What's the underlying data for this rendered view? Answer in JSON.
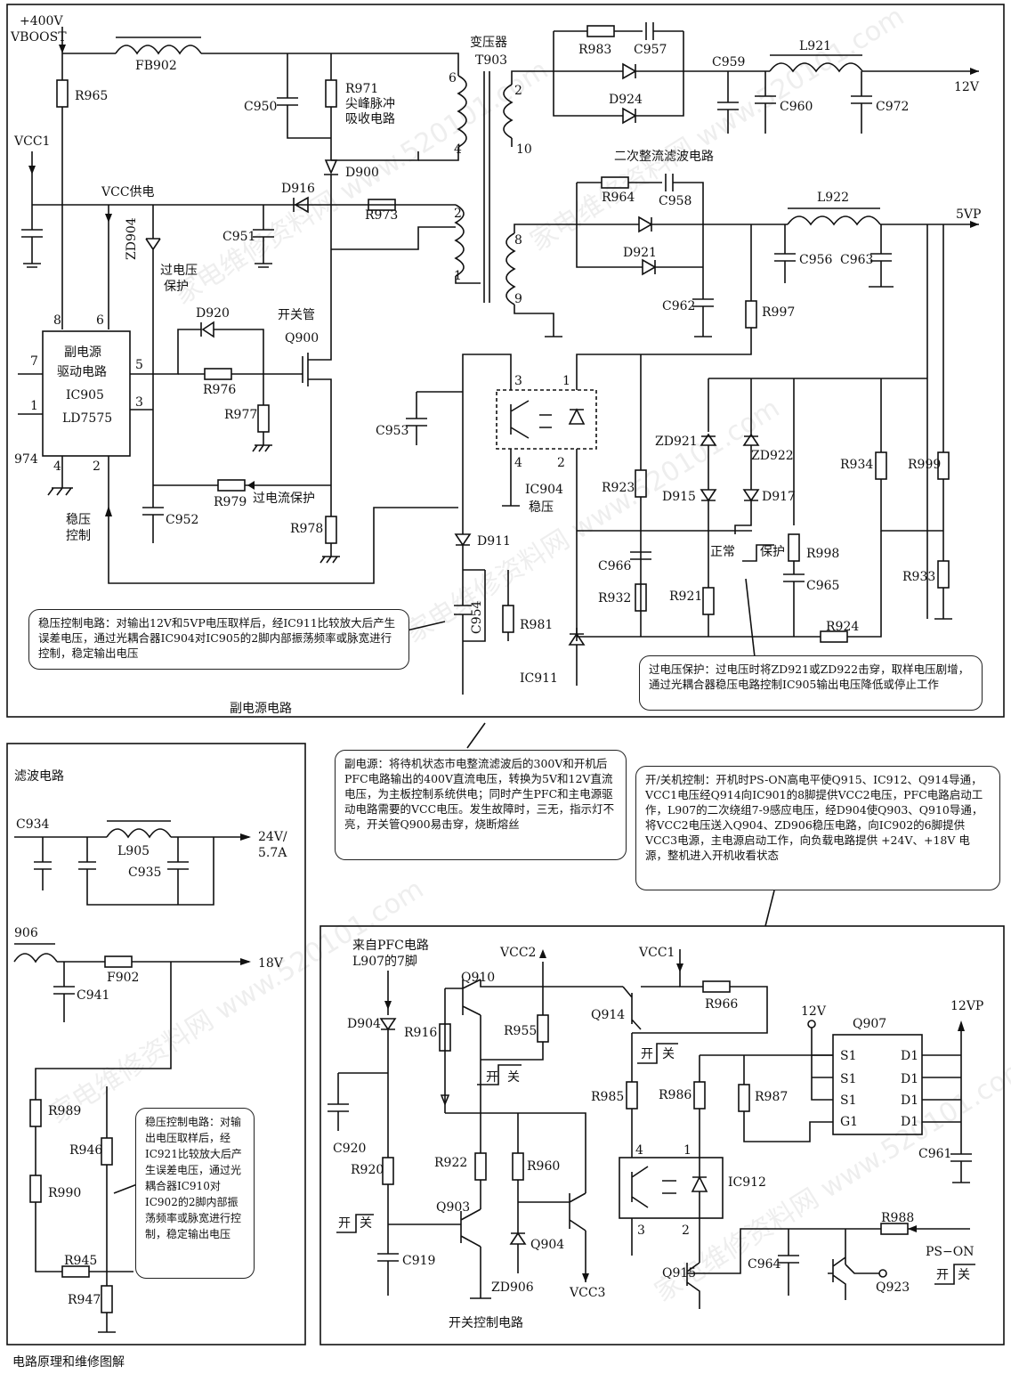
{
  "sub_power": {
    "title": "副电源电路",
    "vboost_top": "+400V",
    "vboost_bottom": "VBOOST",
    "fb": "FB902",
    "r965": "R965",
    "vcc1": "VCC1",
    "vcc_supply": "VCC供电",
    "c950": "C950",
    "r971": "R971",
    "spike_line1": "尖峰脉冲",
    "spike_line2": "吸收电路",
    "d900": "D900",
    "d916": "D916",
    "r973": "R973",
    "c951": "C951",
    "zd904": "ZD904",
    "ovp_line1": "过电压",
    "ovp_line2": "保护",
    "d920": "D920",
    "switch_tube": "开关管",
    "q900": "Q900",
    "ic_line1": "副电源",
    "ic_line2": "驱动电路",
    "ic_line3": "IC905",
    "ic_line4": "LD7575",
    "pin8": "8",
    "pin6": "6",
    "pin7": "7",
    "pin5": "5",
    "pin1": "1",
    "pin3": "3",
    "pin4": "4",
    "pin2": "2",
    "label_974": "974",
    "r976": "R976",
    "r977": "R977",
    "r979": "R979",
    "ocp": "过电流保护",
    "c952": "C952",
    "r978": "R978",
    "reg_line1": "稳压",
    "reg_line2": "控制",
    "transformer": "变压器",
    "t903": "T903",
    "w6": "6",
    "w4": "4",
    "w2": "2",
    "w1": "1",
    "s2": "2",
    "s10": "10",
    "s8": "8",
    "s9": "9",
    "r983": "R983",
    "c957": "C957",
    "d924": "D924",
    "c959": "C959",
    "l921": "L921",
    "out12": "12V",
    "c960": "C960",
    "c972": "C972",
    "sec_rect": "二次整流滤波电路",
    "r964": "R964",
    "c958": "C958",
    "l922": "L922",
    "out5": "5VP",
    "d921": "D921",
    "c956": "C956",
    "c963": "C963",
    "c962": "C962",
    "r997": "R997",
    "c953": "C953",
    "ic904_p3": "3",
    "ic904_p1": "1",
    "ic904_p4": "4",
    "ic904_p2": "2",
    "ic904": "IC904",
    "ic904_sub": "稳压",
    "r923": "R923",
    "zd921": "ZD921",
    "zd922": "ZD922",
    "d915": "D915",
    "d917": "D917",
    "r934": "R934",
    "r999": "R999",
    "d911": "D911",
    "c966": "C966",
    "normal": "正常",
    "protect": "保护",
    "r998": "R998",
    "c965": "C965",
    "r933": "R933",
    "r932": "R932",
    "r921": "R921",
    "c954": "C954",
    "r981": "R981",
    "r924": "R924",
    "ic911": "IC911"
  },
  "notes": {
    "reg_note": "稳压控制电路：对输出12V和5VP电压取样后，经IC911比较放大后产生误差电压，通过光耦合器IC904对IC905的2脚内部振荡频率或脉宽进行控制，稳定输出电压",
    "ovp_note": "过电压保护：过电压时将ZD921或ZD922击穿，取样电压剧增，通过光耦合器稳压电路控制IC905输出电压降低或停止工作",
    "sub_note": "副电源：将待机状态市电整流滤波后的300V和开机后PFC电路输出的400V直流电压，转换为5V和12V直流电压，为主板控制系统供电；同时产生PFC和主电源驱动电路需要的VCC电压。发生故障时，三无，指示灯不亮，开关管Q900易击穿，烧断熔丝",
    "onoff_note": "开/关机控制：开机时PS-ON高电平使Q915、IC912、Q914导通，VCC1电压经Q914向IC901的8脚提供VCC2电压，PFC电路启动工作，L907的二次绕组7-9感应电压，经D904使Q903、Q910导通，将VCC2电压送入Q904、ZD906稳压电路，向IC902的6脚提供VCC3电源，主电源启动工作，向负载电路提供 +24V、+18V 电源，整机进入开机收看状态",
    "reg2_note": "稳压控制电路：对输出电压取样后，经IC921比较放大后产生误差电压，通过光耦合器IC910对IC902的2脚内部振荡频率或脉宽进行控制，稳定输出电压"
  },
  "filter": {
    "title": "滤波电路",
    "c934": "C934",
    "l905": "L905",
    "c935": "C935",
    "out24_a": "24V/",
    "out24_b": "5.7A",
    "l906": "906",
    "f902": "F902",
    "out18": "18V",
    "c941": "C941",
    "r989": "R989",
    "r946": "R946",
    "r990": "R990",
    "r945": "R945",
    "r947": "R947",
    "footer": "电路原理和维修图解"
  },
  "switch_ctrl": {
    "title": "开关控制电路",
    "from_pfc1": "来自PFC电路",
    "from_pfc2": "L907的7脚",
    "vcc2": "VCC2",
    "vcc1": "VCC1",
    "q910": "Q910",
    "q914": "Q914",
    "r966": "R966",
    "d904": "D904",
    "r916": "R916",
    "r955": "R955",
    "on": "开",
    "off": "关",
    "c920": "C920",
    "r920": "R920",
    "r922": "R922",
    "r960": "R960",
    "r985": "R985",
    "r986": "R986",
    "r987": "R987",
    "v12": "12V",
    "q907": "Q907",
    "v12p": "12VP",
    "s1": "S1",
    "g1": "G1",
    "d1": "D1",
    "c961": "C961",
    "ic912_p4": "4",
    "ic912_p1": "1",
    "ic912_p3": "3",
    "ic912_p2": "2",
    "ic912": "IC912",
    "q903": "Q903",
    "q904": "Q904",
    "zd906": "ZD906",
    "vcc3": "VCC3",
    "c919": "C919",
    "r988": "R988",
    "ps_on": "PS−ON",
    "q915": "Q915",
    "c964": "C964",
    "q923": "Q923"
  },
  "watermark": "家电维修资料网 www.520101.com"
}
